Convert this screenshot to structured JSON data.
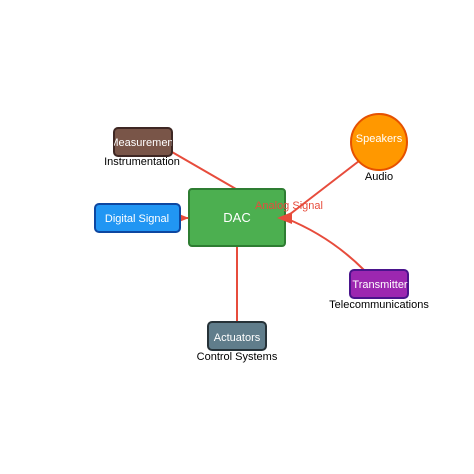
{
  "diagram": {
    "nodes": {
      "dac": {
        "label": "DAC",
        "fill": "#4caf50",
        "stroke": "#2e7d32"
      },
      "digital": {
        "label": "Digital Signal",
        "fill": "#2196f3",
        "stroke": "#0d47a1"
      },
      "measurement": {
        "label": "Measurement",
        "caption": "Instrumentation",
        "fill": "#795548",
        "stroke": "#3e2723"
      },
      "speakers": {
        "label": "Speakers",
        "caption": "Audio",
        "fill": "#ff9800",
        "stroke": "#e65100"
      },
      "transmitter": {
        "label": "Transmitter",
        "caption": "Telecommunications",
        "fill": "#9c27b0",
        "stroke": "#4a148c"
      },
      "actuators": {
        "label": "Actuators",
        "caption": "Control Systems",
        "fill": "#607d8b",
        "stroke": "#263238"
      }
    },
    "edges": {
      "analog_label": "Analog Signal",
      "color": "#e74c3c"
    }
  }
}
